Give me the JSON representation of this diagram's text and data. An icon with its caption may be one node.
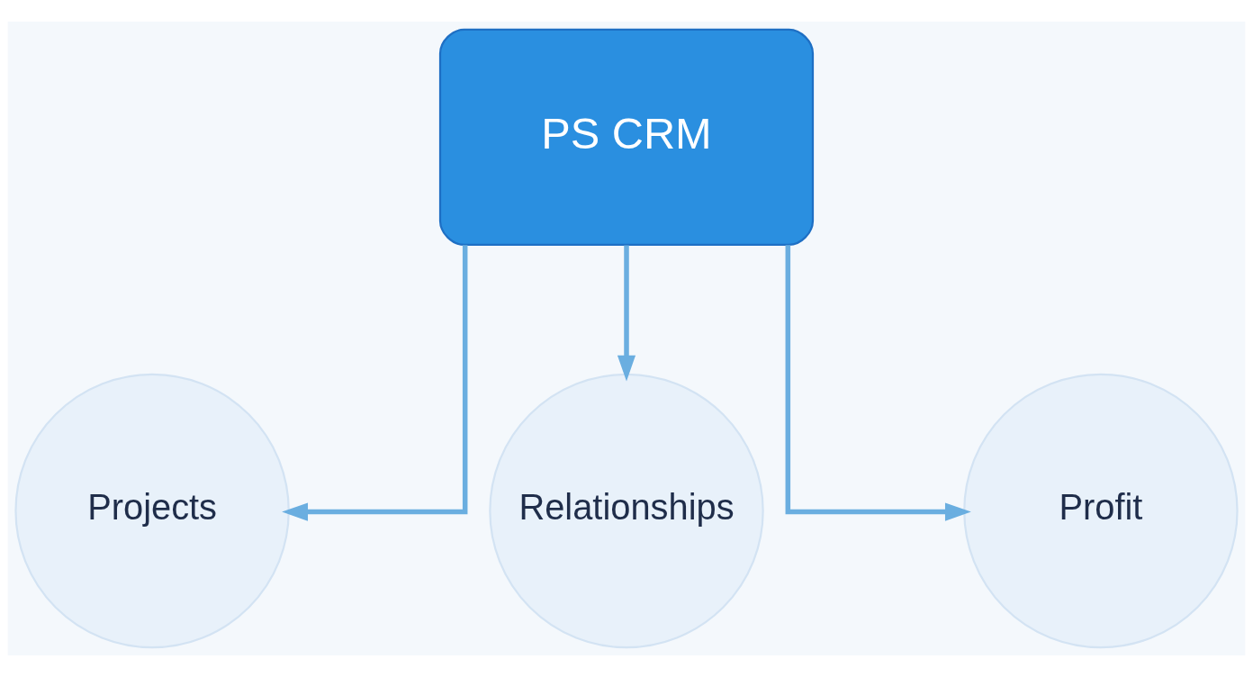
{
  "diagram": {
    "nodes": [
      {
        "text": [
          "PS CRM"
        ]
      },
      {
        "text": [
          "Projects"
        ]
      },
      {
        "text": [
          "Relationships"
        ]
      },
      {
        "text": [
          "Profit"
        ]
      }
    ],
    "edges": [
      {
        "from": 0,
        "to": 1,
        "arrow": "to"
      },
      {
        "from": 0,
        "to": 2,
        "arrow": "to"
      },
      {
        "from": 0,
        "to": 3,
        "arrow": "to"
      }
    ]
  }
}
